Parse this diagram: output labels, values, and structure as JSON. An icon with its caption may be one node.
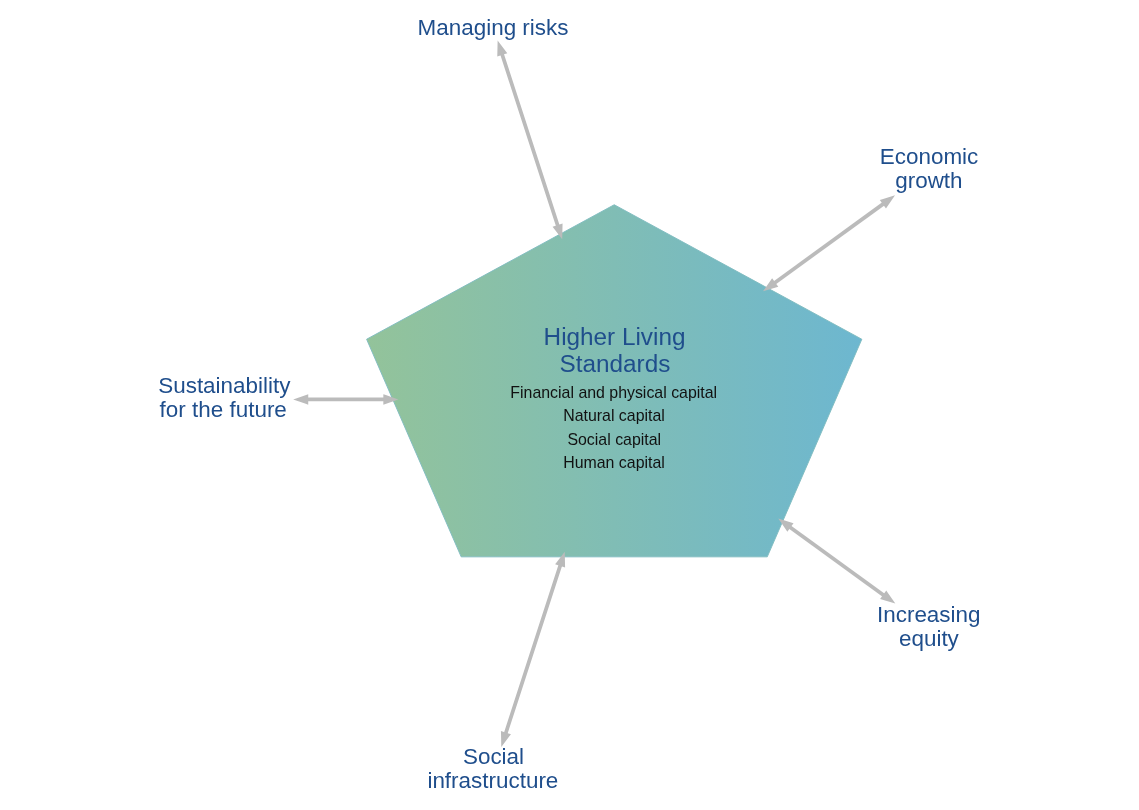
{
  "diagram": {
    "nodes": [
      {
        "text": [
          "Higher Living Standards",
          "Financial and physical capital",
          "Natural capital",
          "Social capital",
          "Human capital"
        ]
      },
      {
        "text": [
          "Economic growth"
        ]
      },
      {
        "text": [
          "Managing risks"
        ]
      },
      {
        "text": [
          "Sustainability for the future"
        ]
      },
      {
        "text": [
          "Social infrastructure"
        ]
      },
      {
        "text": [
          "Increasing equity"
        ]
      }
    ],
    "edges": [
      {
        "from": 0,
        "to": 1,
        "arrow": "both"
      },
      {
        "from": 0,
        "to": 2,
        "arrow": "both"
      },
      {
        "from": 0,
        "to": 3,
        "arrow": "both"
      },
      {
        "from": 0,
        "to": 4,
        "arrow": "both"
      },
      {
        "from": 0,
        "to": 5,
        "arrow": "both"
      }
    ]
  }
}
